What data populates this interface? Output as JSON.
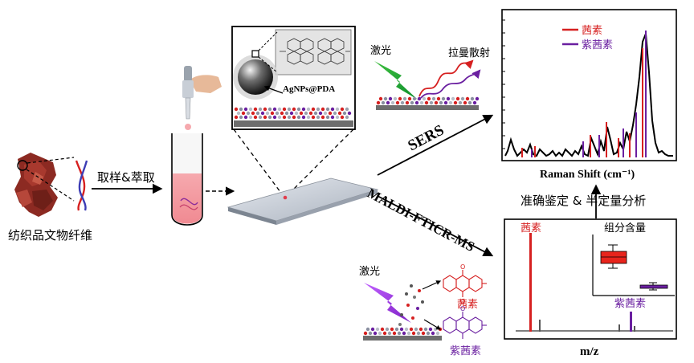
{
  "workflow": {
    "sample_label": "纺织品文物纤维",
    "step_extract": "取样&萃取",
    "sers_label": "SERS",
    "maldi_label": "MALDI-FTICR-MS",
    "analysis_label": "准确鉴定 & 半定量分析",
    "nanoparticle_label": "AgNPs@PDA",
    "laser_label_top": "激光",
    "raman_scatter_label": "拉曼散射",
    "laser_label_bottom": "激光",
    "alizarin_label": "茜素",
    "purpurin_label": "紫茜素"
  },
  "raman_chart": {
    "xlabel": "Raman Shift (cm⁻¹)",
    "legend": [
      "茜素",
      "紫茜素"
    ],
    "colors": [
      "#d62020",
      "#6a1fa0"
    ]
  },
  "ms_chart": {
    "xlabel": "m/z",
    "peak_label_alizarin": "茜素",
    "peak_label_purpurin": "紫茜素",
    "inset_title": "组分含量",
    "colors": [
      "#d62020",
      "#6a1fa0"
    ]
  }
}
